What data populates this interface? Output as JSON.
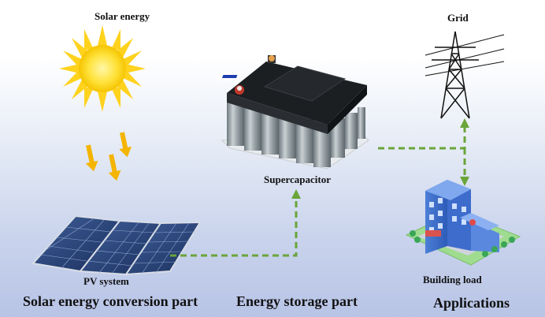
{
  "labels": {
    "solar_energy": "Solar energy",
    "grid": "Grid",
    "supercapacitor": "Supercapacitor",
    "pv_system": "PV system",
    "building_load": "Building load"
  },
  "sections": {
    "conversion": "Solar energy conversion part",
    "storage": "Energy storage part",
    "applications": "Applications"
  },
  "colors": {
    "flow_line": "#6aa53a",
    "sun": "#ffd21e",
    "ray_arrows": "#f4b400"
  }
}
